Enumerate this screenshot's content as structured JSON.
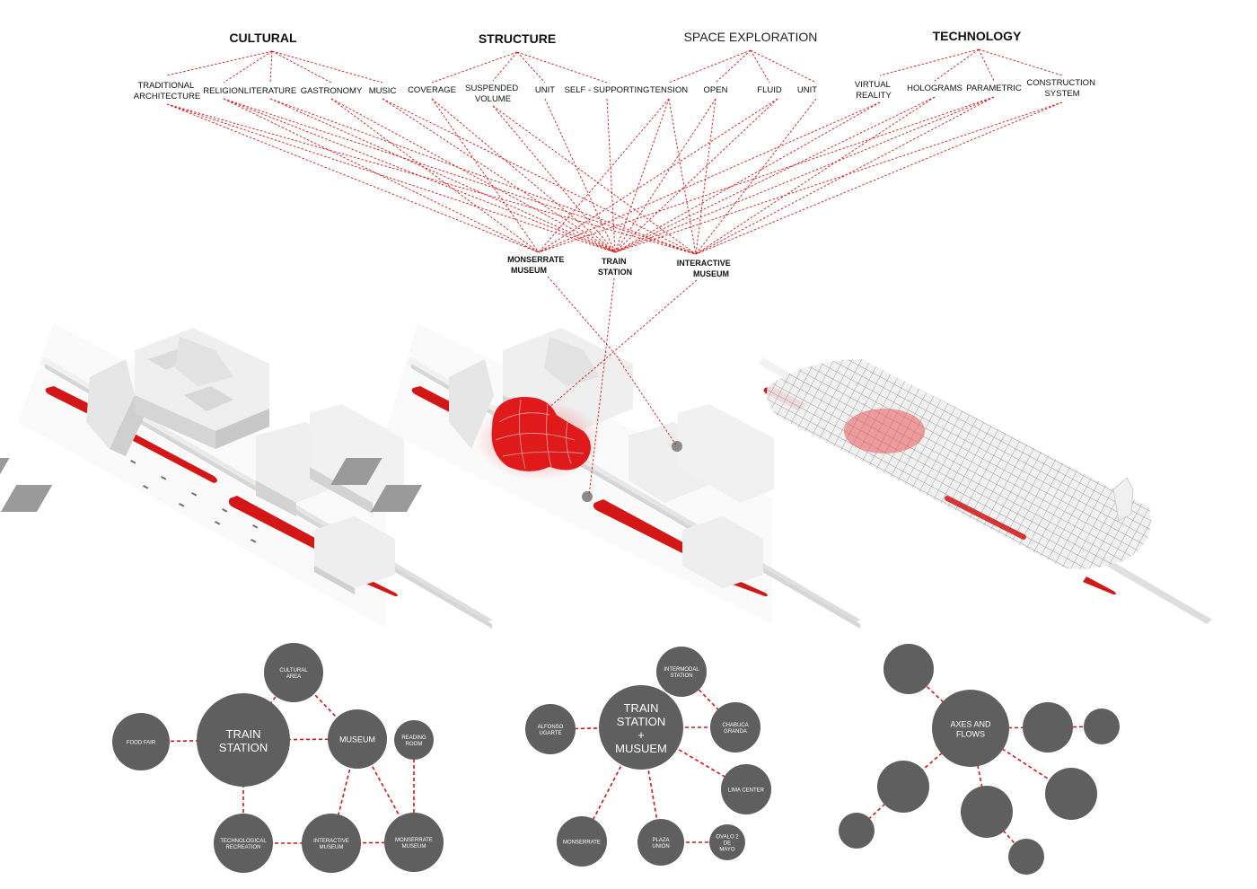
{
  "categories": [
    {
      "id": "cultural",
      "label": "CULTURAL",
      "items": [
        {
          "id": "trad",
          "lines": [
            "TRADITIONAL",
            "ARCHITECTURE"
          ]
        },
        {
          "id": "religion",
          "lines": [
            "RELIGION"
          ]
        },
        {
          "id": "literature",
          "lines": [
            "LITERATURE"
          ]
        },
        {
          "id": "gastronomy",
          "lines": [
            "GASTRONOMY"
          ]
        },
        {
          "id": "music",
          "lines": [
            "MUSIC"
          ]
        }
      ]
    },
    {
      "id": "structure",
      "label": "STRUCTURE",
      "items": [
        {
          "id": "coverage",
          "lines": [
            "COVERAGE"
          ]
        },
        {
          "id": "suspended",
          "lines": [
            "SUSPENDED",
            "VOLUME"
          ]
        },
        {
          "id": "unit1",
          "lines": [
            "UNIT"
          ]
        },
        {
          "id": "selfsup",
          "lines": [
            "SELF - SUPPORTING"
          ]
        }
      ]
    },
    {
      "id": "space",
      "label": "SPACE EXPLORATION",
      "items": [
        {
          "id": "tension",
          "lines": [
            "TENSION"
          ]
        },
        {
          "id": "open",
          "lines": [
            "OPEN"
          ]
        },
        {
          "id": "fluid",
          "lines": [
            "FLUID"
          ]
        },
        {
          "id": "unit2",
          "lines": [
            "UNIT"
          ]
        }
      ]
    },
    {
      "id": "technology",
      "label": "TECHNOLOGY",
      "items": [
        {
          "id": "vr",
          "lines": [
            "VIRTUAL",
            "REALITY"
          ]
        },
        {
          "id": "holo",
          "lines": [
            "HOLOGRAMS"
          ]
        },
        {
          "id": "param",
          "lines": [
            "PARAMETRIC"
          ]
        },
        {
          "id": "constr",
          "lines": [
            "CONSTRUCTION",
            "SYSTEM"
          ]
        }
      ]
    }
  ],
  "programs": [
    {
      "id": "monserrate",
      "lines": [
        "MONSERRATE",
        "MUSEUM"
      ]
    },
    {
      "id": "train",
      "lines": [
        "TRAIN",
        "STATION"
      ]
    },
    {
      "id": "interactive",
      "lines": [
        "INTERACTIVE",
        "MUSEUM"
      ]
    }
  ],
  "colors": {
    "link": "#e01010",
    "bubble": "#5f5f5f",
    "red_volume": "#d41414"
  },
  "bubble_diagrams": [
    {
      "id": "program",
      "nodes": [
        {
          "id": "train",
          "lines": [
            "TRAIN",
            "STATION"
          ]
        },
        {
          "id": "cultural",
          "lines": [
            "CULTURAL",
            "AREA"
          ]
        },
        {
          "id": "food",
          "lines": [
            "FOOD FAIR"
          ]
        },
        {
          "id": "museum",
          "lines": [
            "MUSEUM"
          ]
        },
        {
          "id": "reading",
          "lines": [
            "READING",
            "ROOM"
          ]
        },
        {
          "id": "techrec",
          "lines": [
            "TECHNOLOGICAL",
            "RECREATION"
          ]
        },
        {
          "id": "intmus",
          "lines": [
            "INTERACTIVE",
            "MUSEUM"
          ]
        },
        {
          "id": "monmus",
          "lines": [
            "MONSERRATE",
            "MUSEUM"
          ]
        }
      ]
    },
    {
      "id": "context",
      "nodes": [
        {
          "id": "hub",
          "lines": [
            "TRAIN",
            "STATION",
            "+",
            "MUSUEM"
          ]
        },
        {
          "id": "intermodal",
          "lines": [
            "INTERMODAL",
            "STATION"
          ]
        },
        {
          "id": "alfonso",
          "lines": [
            "ALFONSO",
            "UGARTE"
          ]
        },
        {
          "id": "chabuca",
          "lines": [
            "CHABUCA",
            "GRANDA"
          ]
        },
        {
          "id": "lima",
          "lines": [
            "LIMA CENTER"
          ]
        },
        {
          "id": "monserrate",
          "lines": [
            "MONSERRATE"
          ]
        },
        {
          "id": "plaza",
          "lines": [
            "PLAZA",
            "UNION"
          ]
        },
        {
          "id": "ovalo",
          "lines": [
            "OVALO 2",
            "DE",
            "MAYO"
          ]
        }
      ]
    },
    {
      "id": "flows",
      "nodes": [
        {
          "id": "axes",
          "lines": [
            "AXES AND",
            "FLOWS"
          ]
        }
      ]
    }
  ]
}
